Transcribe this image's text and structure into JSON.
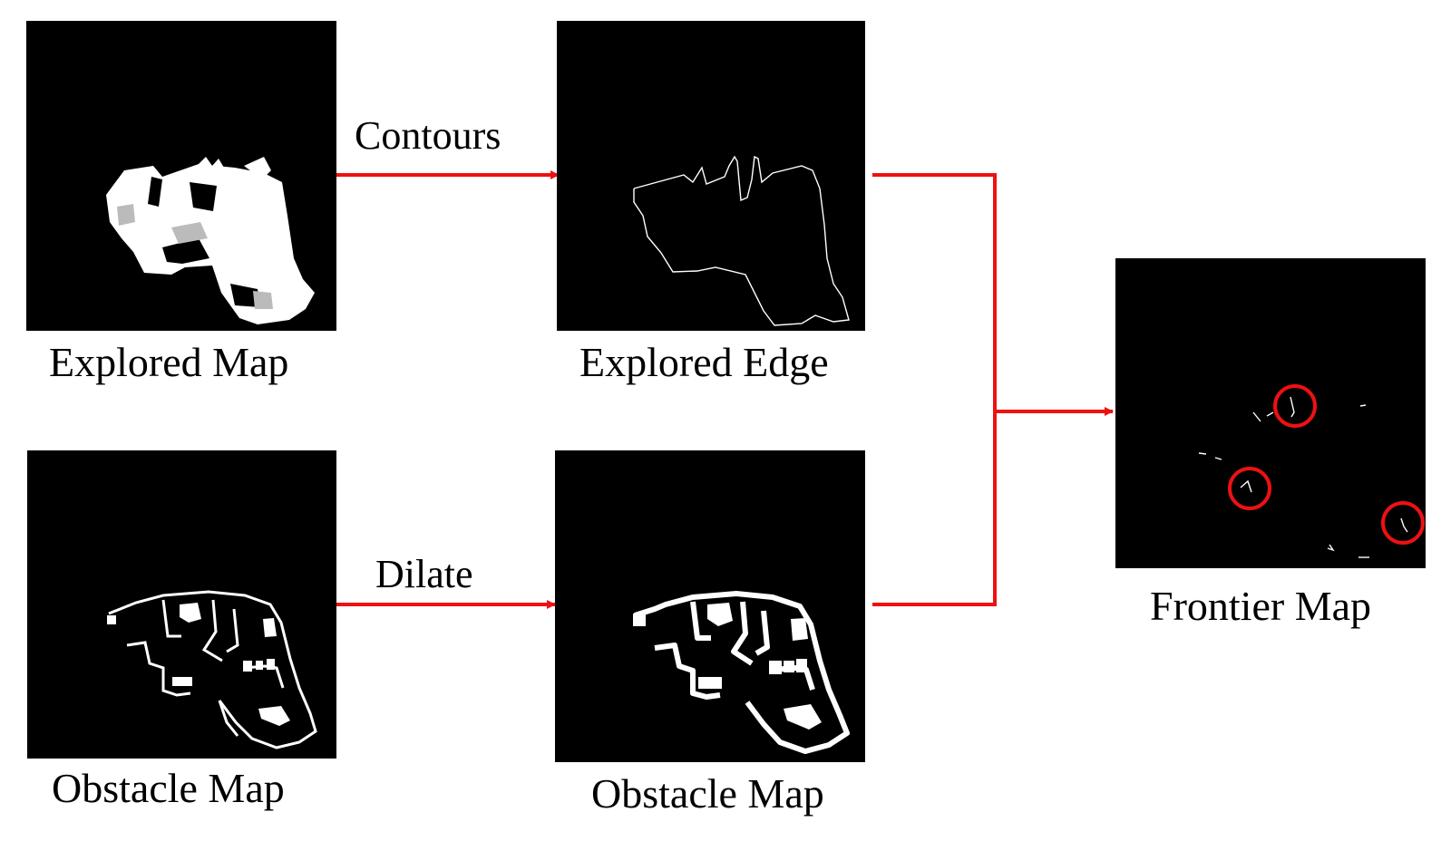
{
  "nodes": {
    "explored_map": {
      "caption": "Explored Map"
    },
    "explored_edge": {
      "caption": "Explored Edge"
    },
    "obstacle_map_raw": {
      "caption": "Obstacle Map"
    },
    "obstacle_map_dilated": {
      "caption": "Obstacle Map"
    },
    "frontier_map": {
      "caption": "Frontier Map"
    }
  },
  "edges": {
    "contours": {
      "label": "Contours"
    },
    "dilate": {
      "label": "Dilate"
    }
  },
  "colors": {
    "arrow": "#ee1111",
    "panel_bg": "#000000",
    "map_fg": "#ffffff",
    "highlight_circle": "#ee1111"
  }
}
